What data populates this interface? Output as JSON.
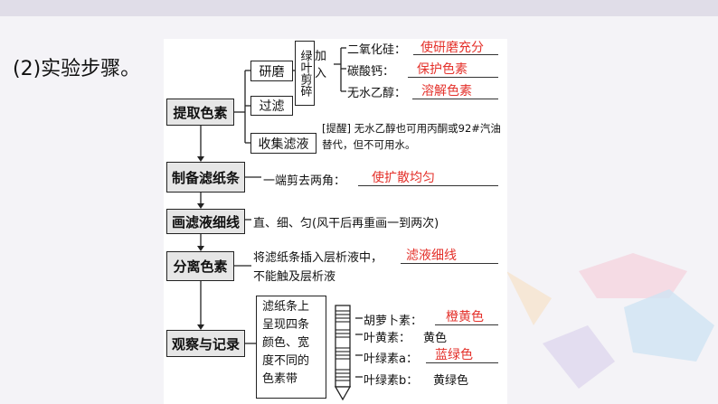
{
  "heading": "(2)实验步骤。",
  "steps": {
    "extract": "提取色素",
    "prepare": "制备滤纸条",
    "draw": "画滤液细线",
    "separate": "分离色素",
    "observe": "观察与记录"
  },
  "substeps": {
    "grind": "研磨",
    "filter": "过滤",
    "collect": "收集滤液",
    "mash": "绿叶剪碎",
    "add": "加入"
  },
  "reagents": [
    {
      "name": "二氧化硅：",
      "answer": "使研磨充分"
    },
    {
      "name": "碳酸钙：",
      "answer": "保护色素"
    },
    {
      "name": "无水乙醇：",
      "answer": "溶解色素"
    }
  ],
  "tip": "[提醒]  无水乙醇也可用丙酮或92#汽油替代，但不可用水。",
  "prepare_note": {
    "text": "一端剪去两角：",
    "answer": "使扩散均匀"
  },
  "draw_note": "直、细、匀(风干后再重画一到两次)",
  "separate_note": {
    "line1": "将滤纸条插入层析液中，",
    "answer": "滤液细线",
    "line2": "不能触及层析液"
  },
  "observe_desc": "滤纸条上呈现四条颜色、宽度不同的色素带",
  "bands": [
    {
      "name": "胡萝卜素：",
      "color": "橙黄色",
      "is_answer": true
    },
    {
      "name": "叶黄素：",
      "color": "黄色",
      "is_answer": false
    },
    {
      "name": "叶绿素a：",
      "color": "蓝绿色",
      "is_answer": true
    },
    {
      "name": "叶绿素b：",
      "color": "黄绿色",
      "is_answer": false
    }
  ],
  "colors": {
    "answer": "#e4312b",
    "box_fill": "#e6e6e6",
    "background": "#f4f3f7"
  }
}
